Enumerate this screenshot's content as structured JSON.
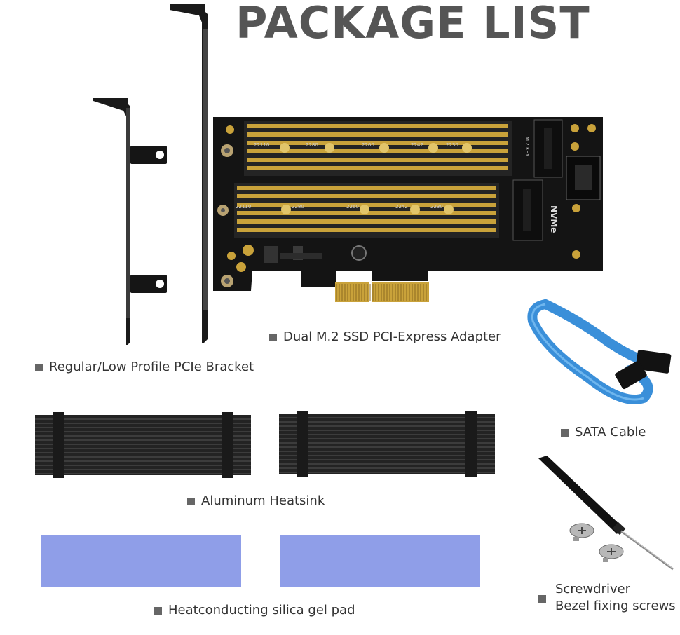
{
  "title": "PACKAGE LIST",
  "items": {
    "adapter": "Dual M.2 SSD PCI-Express Adapter",
    "bracket": "Regular/Low Profile PCIe Bracket",
    "sata_cable": "SATA Cable",
    "heatsink": "Aluminum Heatsink",
    "thermal_pad": "Heatconducting silica gel pad",
    "screwdriver": "Screwdriver",
    "screws": "Bezel fixing screws"
  },
  "pcb_labels": {
    "top_sizes": [
      "22110",
      "2280",
      "2260",
      "2242",
      "2230"
    ],
    "bottom_sizes": [
      "22110",
      "2280",
      "2260",
      "2242",
      "2230"
    ],
    "top_slot": "M.2 KEY",
    "nvme": "NVMe"
  },
  "colors": {
    "title": "#555555",
    "pcb": "#141414",
    "gold": "#c9a23a",
    "cable": "#3a8fd9",
    "pad": "#8f9ee8",
    "heatsink": "#232323"
  }
}
